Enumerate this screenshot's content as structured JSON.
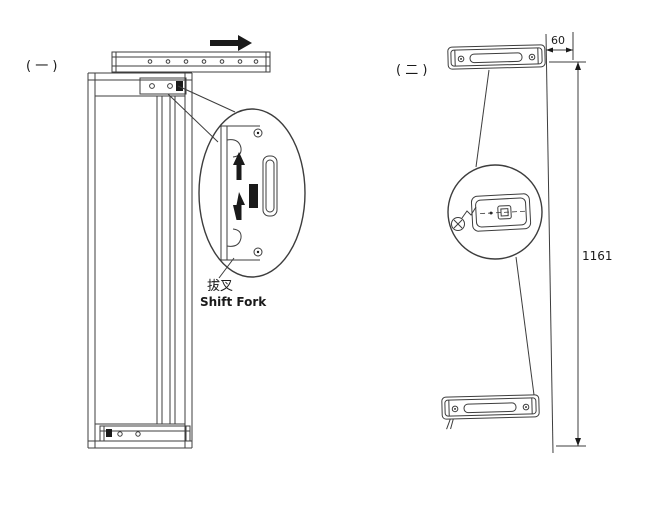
{
  "diagram": {
    "title": "slide-rail installation diagram",
    "panel1": {
      "label": "( 一 )",
      "callout_cn": "拔叉",
      "callout_en": "Shift Fork"
    },
    "panel2": {
      "label": "( 二 )",
      "dim_width": "60",
      "dim_height": "1161"
    },
    "colors": {
      "line": "#3d3d3d",
      "fill": "#1a1a1a",
      "background": "#ffffff"
    }
  }
}
